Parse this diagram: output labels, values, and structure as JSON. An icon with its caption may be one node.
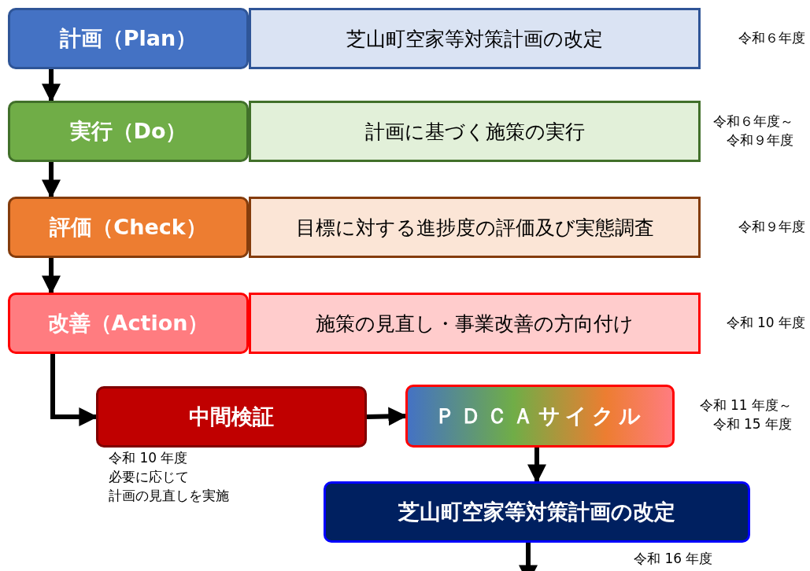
{
  "diagram": {
    "nodes": [
      {
        "text": [
          "計画（Plan）"
        ]
      },
      {
        "text": [
          "芝山町空家等対策計画の改定"
        ],
        "beside": [
          "令和６年度"
        ]
      },
      {
        "text": [
          "実行（Do）"
        ]
      },
      {
        "text": [
          "計画に基づく施策の実行"
        ],
        "beside": [
          "令和６年度～令和９年度"
        ]
      },
      {
        "text": [
          "評価（Check）"
        ]
      },
      {
        "text": [
          "目標に対する進捗度の評価及び実態調査"
        ],
        "beside": [
          "令和９年度"
        ]
      },
      {
        "text": [
          "改善（Action）"
        ]
      },
      {
        "text": [
          "施策の見直し・事業改善の方向付け"
        ],
        "beside": [
          "令和 10 年度"
        ]
      },
      {
        "text": [
          "中間検証"
        ],
        "beside": [
          "令和 10 年度",
          "必要に応じて",
          "計画の見直しを実施"
        ]
      },
      {
        "text": [
          "ＰＤＣＡサイクル"
        ],
        "beside": [
          "令和 11 年度～令和 15 年度"
        ]
      },
      {
        "text": [
          "芝山町空家等対策計画の改定"
        ],
        "beside": [
          "令和 16 年度"
        ]
      }
    ],
    "edges": [
      {
        "from": 0,
        "to": 2,
        "arrow": "to"
      },
      {
        "from": 2,
        "to": 4,
        "arrow": "to"
      },
      {
        "from": 4,
        "to": 6,
        "arrow": "to"
      },
      {
        "from": 6,
        "to": 8,
        "arrow": "to"
      },
      {
        "from": 8,
        "to": 9,
        "arrow": "to"
      },
      {
        "from": 9,
        "to": 10,
        "arrow": "to"
      },
      {
        "from": 10,
        "to": null,
        "arrow": "to"
      }
    ]
  }
}
